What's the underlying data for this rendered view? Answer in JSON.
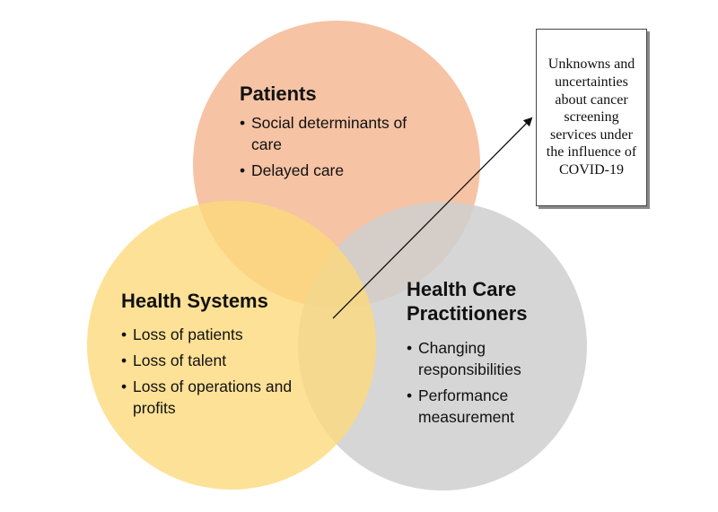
{
  "colors": {
    "patients_fill": "#f4b994",
    "health_systems_fill": "#fcd97c",
    "practitioners_fill": "#cfcfcf",
    "text": "#111111",
    "arrow": "#111111"
  },
  "patients": {
    "title": "Patients",
    "bullets": [
      "Social determinants of care",
      "Delayed care"
    ]
  },
  "health_systems": {
    "title": "Health Systems",
    "bullets": [
      "Loss of patients",
      "Loss of talent",
      "Loss of operations and profits"
    ]
  },
  "practitioners": {
    "title_line1": "Health Care",
    "title_line2": "Practitioners",
    "bullets": [
      "Changing responsibilities",
      "Performance measurement"
    ]
  },
  "callout": {
    "text": "Unknowns and uncertainties about cancer screening services under the influence of COVID-19"
  }
}
